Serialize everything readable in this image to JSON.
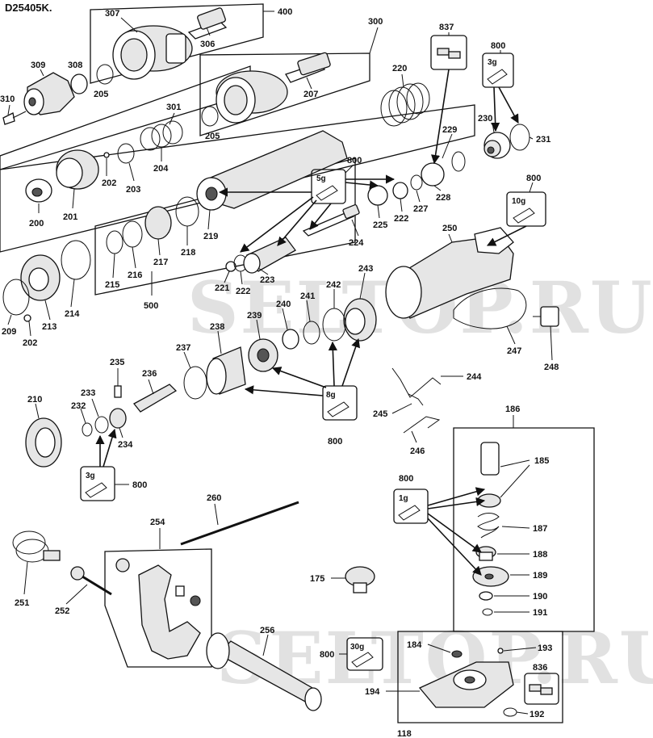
{
  "title": "D25405K.",
  "watermark": "SELTOP.RU",
  "callouts": {
    "c400": "400",
    "c307": "307",
    "c306": "306",
    "c300": "300",
    "c837": "837",
    "c800a": "800",
    "c309": "309",
    "c308": "308",
    "c205a": "205",
    "c310": "310",
    "c207": "207",
    "c220": "220",
    "c3g_top": "3g",
    "c230": "230",
    "c231": "231",
    "c301": "301",
    "c205b": "205",
    "c229": "229",
    "c200": "200",
    "c201": "201",
    "c202a": "202",
    "c203": "203",
    "c204": "204",
    "c800b": "800",
    "c5g": "5g",
    "c228": "228",
    "c227": "227",
    "c222": "222",
    "c225": "225",
    "c800c": "800",
    "c10g": "10g",
    "c250": "250",
    "c224": "224",
    "c219": "219",
    "c218": "218",
    "c217": "217",
    "c216": "216",
    "c215": "215",
    "c221": "221",
    "c222b": "222",
    "c223": "223",
    "c243": "243",
    "c242": "242",
    "c241": "241",
    "c500": "500",
    "c209": "209",
    "c213": "213",
    "c214": "214",
    "c202b": "202",
    "c240": "240",
    "c239": "239",
    "c238": "238",
    "c237": "237",
    "c247": "247",
    "c248": "248",
    "c235": "235",
    "c236": "236",
    "c244": "244",
    "c233": "233",
    "c210": "210",
    "c232": "232",
    "c234": "234",
    "c8g": "8g",
    "c800d": "800",
    "c245": "245",
    "c246": "246",
    "c186": "186",
    "c3g_low": "3g",
    "c800e": "800",
    "c185": "185",
    "c800f": "800",
    "c1g": "1g",
    "c187": "187",
    "c260": "260",
    "c254": "254",
    "c188": "188",
    "c175": "175",
    "c189": "189",
    "c190": "190",
    "c191": "191",
    "c251": "251",
    "c252": "252",
    "c256": "256",
    "c30g": "30g",
    "c800g": "800",
    "c184": "184",
    "c193": "193",
    "c836": "836",
    "c194": "194",
    "c192": "192",
    "c118": "118"
  }
}
